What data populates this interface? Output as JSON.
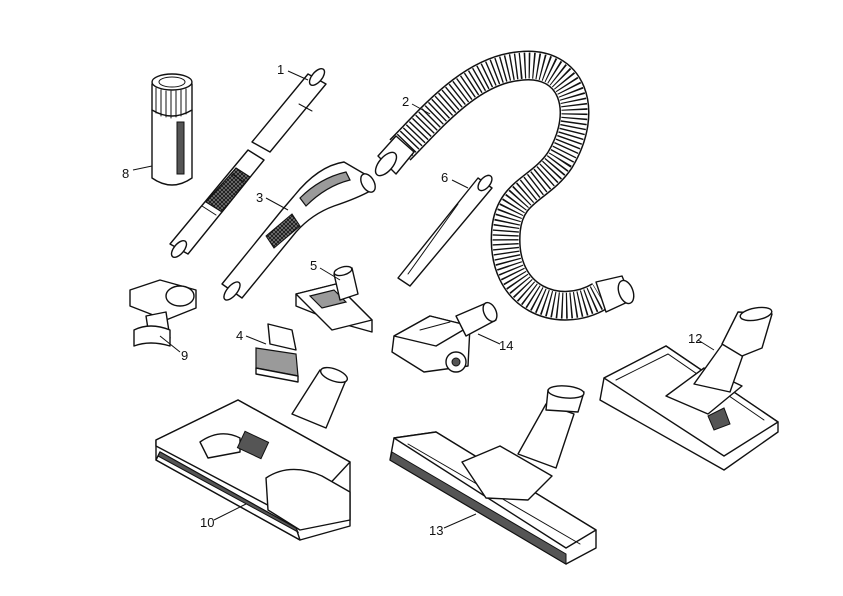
{
  "parts": [
    {
      "id": "part-1",
      "label": "1"
    },
    {
      "id": "part-2",
      "label": "2"
    },
    {
      "id": "part-3",
      "label": "3"
    },
    {
      "id": "part-4",
      "label": "4"
    },
    {
      "id": "part-5",
      "label": "5"
    },
    {
      "id": "part-6",
      "label": "6"
    },
    {
      "id": "part-8",
      "label": "8"
    },
    {
      "id": "part-9",
      "label": "9"
    },
    {
      "id": "part-10",
      "label": "10"
    },
    {
      "id": "part-12",
      "label": "12"
    },
    {
      "id": "part-13",
      "label": "13"
    },
    {
      "id": "part-14",
      "label": "14"
    }
  ]
}
